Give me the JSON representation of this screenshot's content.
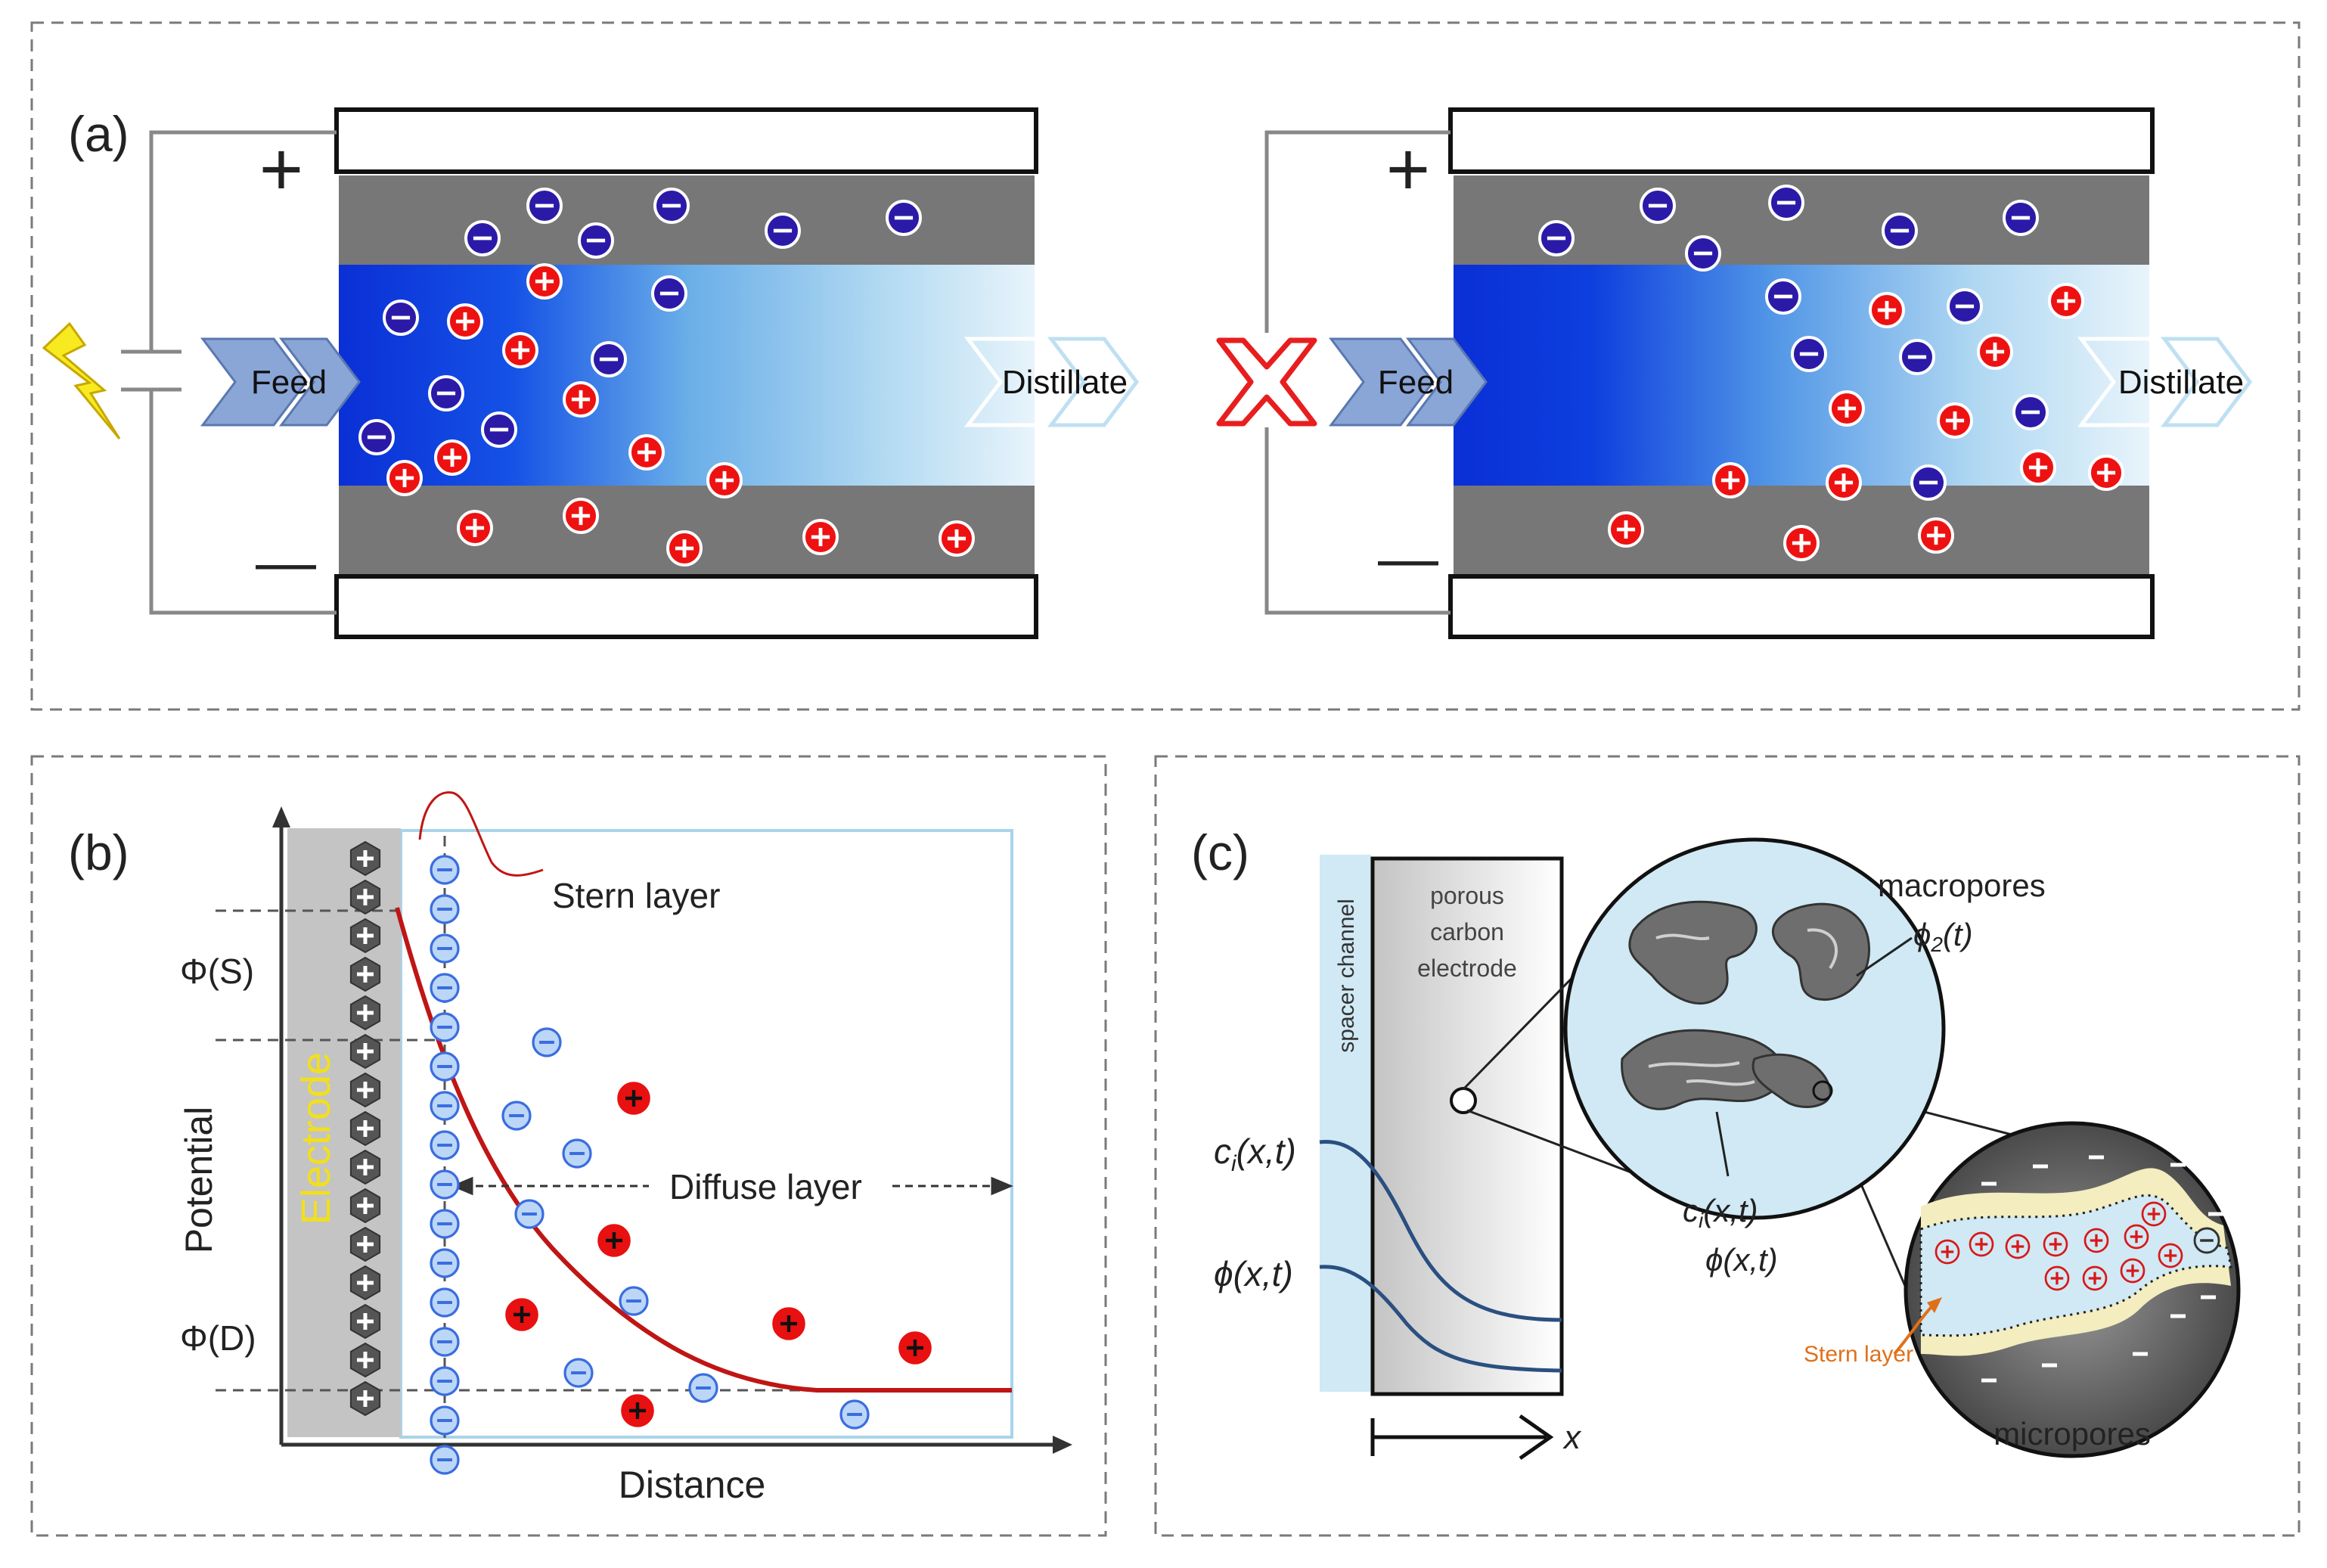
{
  "colors": {
    "electrode_dark": "#777777",
    "channel_blue": "#0a2fd6",
    "cation_red": "#ee1111",
    "anion_blue": "#2b1aa8",
    "potential_curve": "#c01515",
    "electrode_label": "#f2e01a",
    "blue_curve": "#2a4f80",
    "stern_orange": "#e0701a",
    "light_blue_fill": "#d0e9f4"
  },
  "panel_a": {
    "label": "(a)",
    "left": {
      "plus": "+",
      "minus": "—",
      "feed": "Feed",
      "distillate": "Distillate",
      "power_icon": "lightning-icon"
    },
    "right": {
      "plus": "+",
      "minus": "—",
      "feed": "Feed",
      "distillate": "Distillate",
      "power_icon": "red-cross-icon"
    }
  },
  "panel_b": {
    "label": "(b)",
    "electrode_label": "Electrode",
    "stern_label": "Stern layer",
    "diffuse_label": "Diffuse layer",
    "phi_s": "Φ(S)",
    "phi_d": "Φ(D)",
    "ylabel": "Potential",
    "xlabel": "Distance"
  },
  "panel_c": {
    "label": "(c)",
    "spacer": "spacer channel",
    "porous_lines": [
      "porous",
      "carbon",
      "electrode"
    ],
    "macropores": "macropores",
    "phi2": "ϕ",
    "phi2_sub": "2",
    "phi2_t": "(t)",
    "ci_c": "c",
    "ci_sub": "i",
    "ci_xt": "(x,t)",
    "phi_xt": "ϕ(x,t)",
    "stern": "Stern layer",
    "micropores": "micropores",
    "x_axis": "x"
  }
}
